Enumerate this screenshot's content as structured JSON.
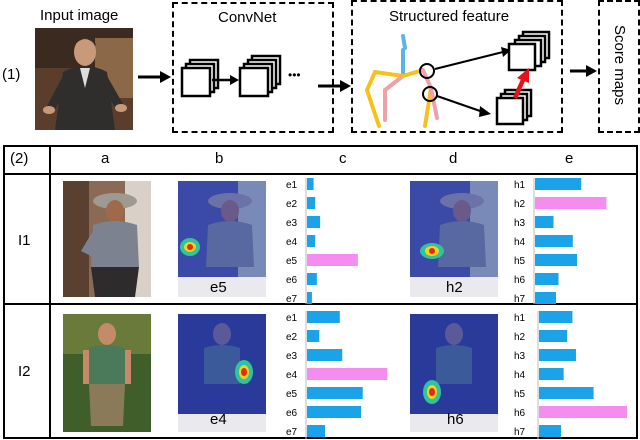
{
  "panel1": {
    "row_label": "(1)",
    "input_label": "Input image",
    "convnet_label": "ConvNet",
    "structured_label": "Structured feature",
    "score_label": "Score maps",
    "ellipsis": "•••"
  },
  "table": {
    "row_header": "(2)",
    "columns": [
      "a",
      "b",
      "c",
      "d",
      "e"
    ],
    "rows": [
      {
        "label": "I1",
        "heat_caption_b": "e5",
        "heat_caption_d": "h2",
        "bars_c": [
          {
            "label": "e1",
            "value": 0.08,
            "highlight": false
          },
          {
            "label": "e2",
            "value": 0.1,
            "highlight": false
          },
          {
            "label": "e3",
            "value": 0.16,
            "highlight": false
          },
          {
            "label": "e4",
            "value": 0.1,
            "highlight": false
          },
          {
            "label": "e5",
            "value": 0.62,
            "highlight": true
          },
          {
            "label": "e6",
            "value": 0.12,
            "highlight": false
          },
          {
            "label": "e7",
            "value": 0.06,
            "highlight": false
          }
        ],
        "bars_e": [
          {
            "label": "h1",
            "value": 0.55,
            "highlight": false
          },
          {
            "label": "h2",
            "value": 0.85,
            "highlight": true
          },
          {
            "label": "h3",
            "value": 0.22,
            "highlight": false
          },
          {
            "label": "h4",
            "value": 0.45,
            "highlight": false
          },
          {
            "label": "h5",
            "value": 0.5,
            "highlight": false
          },
          {
            "label": "h6",
            "value": 0.28,
            "highlight": false
          },
          {
            "label": "h7",
            "value": 0.25,
            "highlight": false
          }
        ]
      },
      {
        "label": "I2",
        "heat_caption_b": "e4",
        "heat_caption_d": "h6",
        "bars_c": [
          {
            "label": "e1",
            "value": 0.4,
            "highlight": false
          },
          {
            "label": "e2",
            "value": 0.15,
            "highlight": false
          },
          {
            "label": "e3",
            "value": 0.43,
            "highlight": false
          },
          {
            "label": "e4",
            "value": 0.98,
            "highlight": true
          },
          {
            "label": "e5",
            "value": 0.68,
            "highlight": false
          },
          {
            "label": "e6",
            "value": 0.66,
            "highlight": false
          },
          {
            "label": "e7",
            "value": 0.22,
            "highlight": false
          }
        ],
        "bars_e": [
          {
            "label": "h1",
            "value": 0.38,
            "highlight": false
          },
          {
            "label": "h2",
            "value": 0.32,
            "highlight": false
          },
          {
            "label": "h3",
            "value": 0.42,
            "highlight": false
          },
          {
            "label": "h4",
            "value": 0.28,
            "highlight": false
          },
          {
            "label": "h5",
            "value": 0.62,
            "highlight": false
          },
          {
            "label": "h6",
            "value": 1.0,
            "highlight": true
          },
          {
            "label": "h7",
            "value": 0.25,
            "highlight": false
          }
        ]
      }
    ]
  },
  "colors": {
    "bar": "#1aa3e8",
    "highlight": "#f58cf0",
    "arrow_red": "#e8111a",
    "skeleton_yellow": "#f6c21a",
    "skeleton_pink": "#f2a0a8",
    "skeleton_blue": "#5bb4e6"
  }
}
